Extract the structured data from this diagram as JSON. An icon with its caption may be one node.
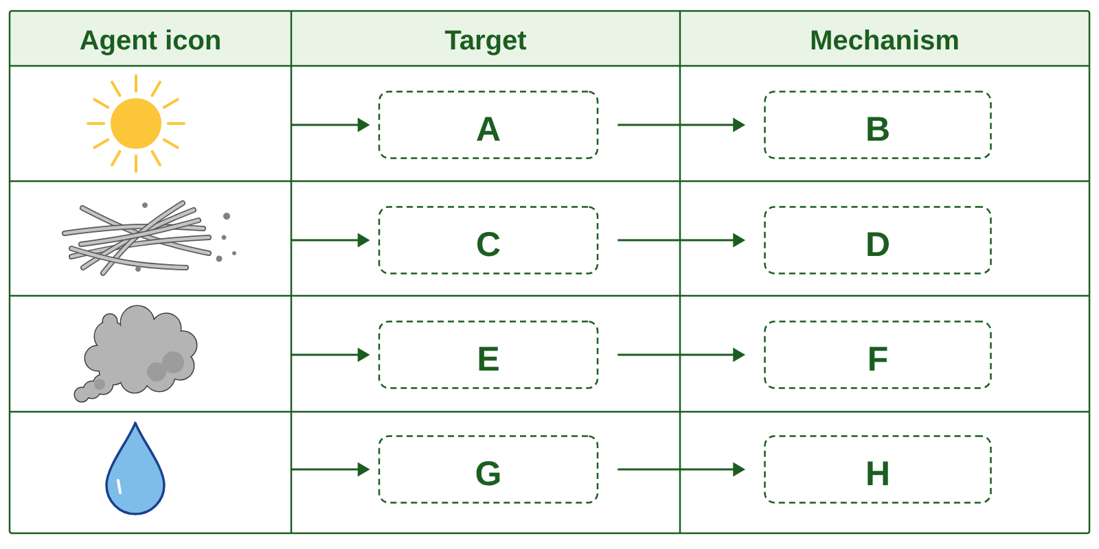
{
  "diagram": {
    "nodes": [
      {
        "text": [
          "A"
        ]
      },
      {
        "text": [
          "B"
        ]
      },
      {
        "text": [
          "C"
        ]
      },
      {
        "text": [
          "D"
        ]
      },
      {
        "text": [
          "E"
        ]
      },
      {
        "text": [
          "F"
        ]
      },
      {
        "text": [
          "G"
        ]
      },
      {
        "text": [
          "H"
        ]
      }
    ],
    "edges": [
      {
        "from": null,
        "to": 0,
        "arrow": "to"
      },
      {
        "from": 0,
        "to": 1,
        "arrow": "to"
      },
      {
        "from": null,
        "to": 2,
        "arrow": "to"
      },
      {
        "from": 2,
        "to": 3,
        "arrow": "to"
      },
      {
        "from": null,
        "to": 4,
        "arrow": "to"
      },
      {
        "from": 4,
        "to": 5,
        "arrow": "to"
      },
      {
        "from": null,
        "to": 6,
        "arrow": "to"
      },
      {
        "from": 6,
        "to": 7,
        "arrow": "to"
      }
    ],
    "labels": [
      "Agent icon",
      "Target",
      "Mechanism"
    ]
  }
}
